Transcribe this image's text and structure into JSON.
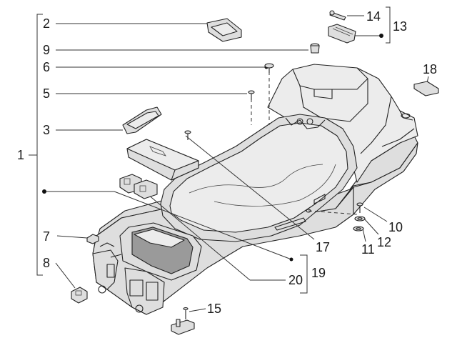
{
  "callouts": [
    {
      "id": "c1",
      "label": "1"
    },
    {
      "id": "c2",
      "label": "2"
    },
    {
      "id": "c3",
      "label": "3"
    },
    {
      "id": "c5",
      "label": "5"
    },
    {
      "id": "c6",
      "label": "6"
    },
    {
      "id": "c7",
      "label": "7"
    },
    {
      "id": "c8",
      "label": "8"
    },
    {
      "id": "c9",
      "label": "9"
    },
    {
      "id": "c10",
      "label": "10"
    },
    {
      "id": "c11",
      "label": "11"
    },
    {
      "id": "c12",
      "label": "12"
    },
    {
      "id": "c13",
      "label": "13"
    },
    {
      "id": "c14",
      "label": "14"
    },
    {
      "id": "c15",
      "label": "15"
    },
    {
      "id": "c17",
      "label": "17"
    },
    {
      "id": "c18",
      "label": "18"
    },
    {
      "id": "c19",
      "label": "19"
    },
    {
      "id": "c20",
      "label": "20"
    }
  ]
}
